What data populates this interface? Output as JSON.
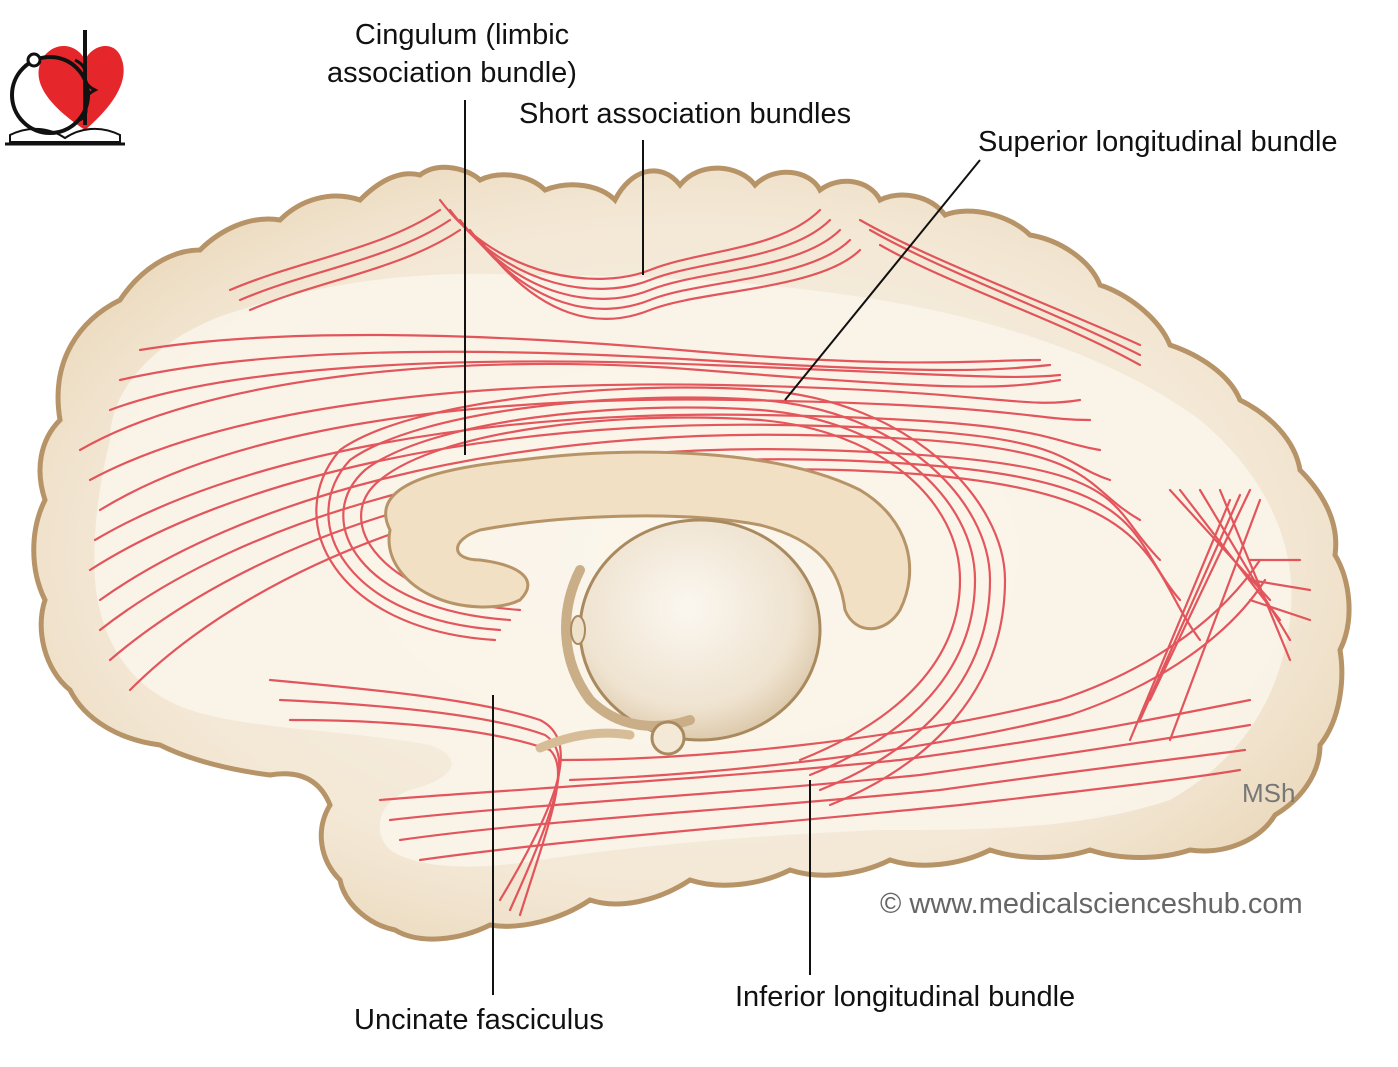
{
  "labels": {
    "cingulum_line1": "Cingulum (limbic",
    "cingulum_line2": "association bundle)",
    "short_association": "Short association bundles",
    "superior_longitudinal": "Superior longitudinal bundle",
    "uncinate": "Uncinate fasciculus",
    "inferior_longitudinal": "Inferior longitudinal bundle"
  },
  "watermark": {
    "copyright": "© www.medicalscienceshub.com",
    "initials": "MSh"
  },
  "colors": {
    "fiber": "#e0454d",
    "fiber_dark": "#c7323b",
    "cortex_fill": "#f1e5d2",
    "cortex_edge": "#b79468",
    "white_matter": "#faf4ea",
    "logo_heart": "#e5262b"
  },
  "logo": {
    "icon": "heart-caduceus-book-icon"
  }
}
